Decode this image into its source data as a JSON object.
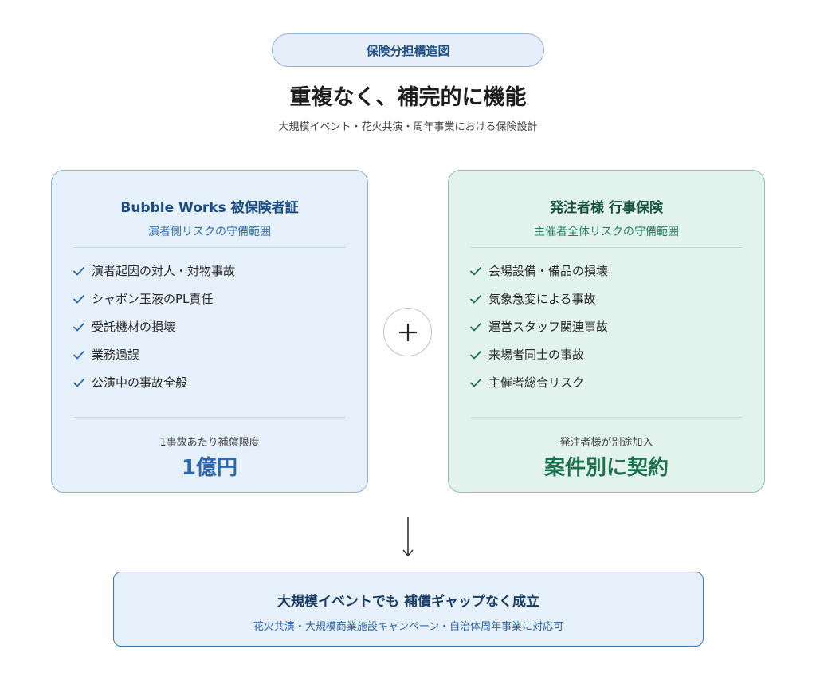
{
  "header": {
    "badge": "保険分担構造図",
    "title": "重複なく、補完的に機能",
    "subtitle": "大規模イベント・花火共演・周年事業における保険設計"
  },
  "cards": [
    {
      "title": "Bubble Works 被保険者証",
      "subtitle": "演者側リスクの守備範囲",
      "items": [
        "演者起因の対人・対物事故",
        "シャボン玉液のPL責任",
        "受託機材の損壊",
        "業務過誤",
        "公演中の事故全般"
      ],
      "foot_label": "1事故あたり補償限度",
      "foot_value": "1億円",
      "accent": "#2c66ad"
    },
    {
      "title": "発注者様 行事保険",
      "subtitle": "主催者全体リスクの守備範囲",
      "items": [
        "会場設備・備品の損壊",
        "気象急変による事故",
        "運営スタッフ関連事故",
        "来場者同士の事故",
        "主催者総合リスク"
      ],
      "foot_label": "発注者様が別途加入",
      "foot_value": "案件別に契約",
      "accent": "#1d7150"
    }
  ],
  "connector": {
    "icon": "plus-icon"
  },
  "flow": {
    "icon": "arrow-down-icon"
  },
  "result": {
    "title": "大規模イベントでも 補償ギャップなく成立",
    "subtitle": "花火共演・大規模商業施設キャンペーン・自治体周年事業に対応可"
  }
}
